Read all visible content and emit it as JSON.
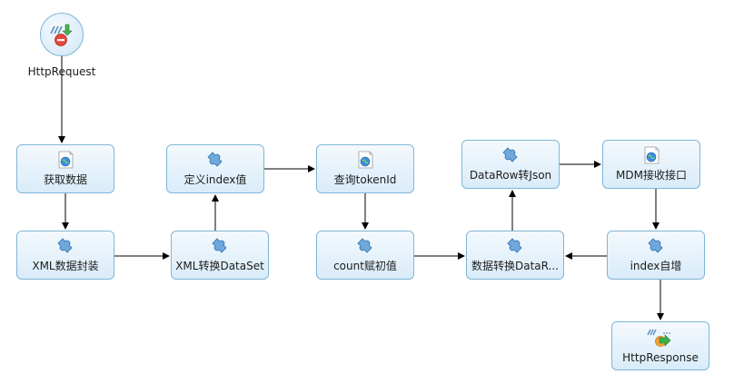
{
  "start": {
    "label": "HttpRequest",
    "icon": "http-request-icon"
  },
  "end": {
    "label": "HttpResponse",
    "icon": "http-response-icon"
  },
  "nodes": [
    {
      "id": "fetch",
      "label": "获取数据",
      "icon": "globe-page-icon"
    },
    {
      "id": "xmlwrap",
      "label": "XML数据封装",
      "icon": "puzzle-icon"
    },
    {
      "id": "xml2ds",
      "label": "XML转换DataSet",
      "icon": "puzzle-icon"
    },
    {
      "id": "defidx",
      "label": "定义index值",
      "icon": "puzzle-icon"
    },
    {
      "id": "token",
      "label": "查询tokenId",
      "icon": "globe-page-icon"
    },
    {
      "id": "count",
      "label": "count赋初值",
      "icon": "puzzle-icon"
    },
    {
      "id": "convrow",
      "label": "数据转换DataR...",
      "icon": "puzzle-icon"
    },
    {
      "id": "row2json",
      "label": "DataRow转Json",
      "icon": "puzzle-icon"
    },
    {
      "id": "mdm",
      "label": "MDM接收接口",
      "icon": "globe-page-icon"
    },
    {
      "id": "inc",
      "label": "index自增",
      "icon": "puzzle-icon"
    }
  ],
  "edges": [
    [
      "start",
      "fetch"
    ],
    [
      "fetch",
      "xmlwrap"
    ],
    [
      "xmlwrap",
      "xml2ds"
    ],
    [
      "xml2ds",
      "defidx"
    ],
    [
      "defidx",
      "token"
    ],
    [
      "token",
      "count"
    ],
    [
      "count",
      "convrow"
    ],
    [
      "convrow",
      "row2json"
    ],
    [
      "row2json",
      "mdm"
    ],
    [
      "mdm",
      "inc"
    ],
    [
      "inc",
      "convrow"
    ],
    [
      "inc",
      "end"
    ]
  ],
  "colors": {
    "border": "#7fb6d8",
    "arrow": "#000000",
    "fill": "#d9ecf9"
  }
}
